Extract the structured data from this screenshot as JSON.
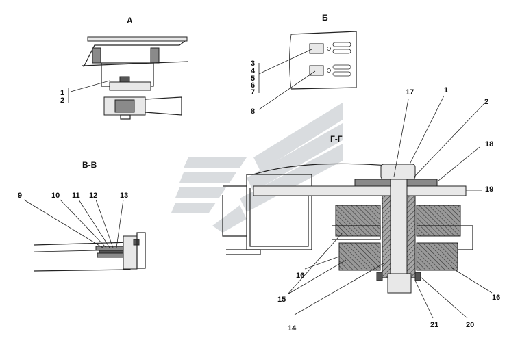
{
  "views": {
    "a": {
      "title": "А",
      "callouts": [
        "1",
        "2"
      ]
    },
    "b": {
      "title": "Б",
      "callouts_stack": [
        "3",
        "4",
        "5",
        "6",
        "7"
      ],
      "callout_single": "8"
    },
    "v": {
      "title": "В-В",
      "callouts": [
        "9",
        "10",
        "11",
        "12",
        "13"
      ]
    },
    "g": {
      "title": "Г-Г",
      "callouts": [
        "17",
        "1",
        "2",
        "18",
        "19",
        "16",
        "15",
        "14",
        "21",
        "20",
        "16"
      ]
    }
  },
  "colors": {
    "hatch": "#8a8a8a",
    "dark": "#555555",
    "watermark": "#d9dcdf"
  }
}
